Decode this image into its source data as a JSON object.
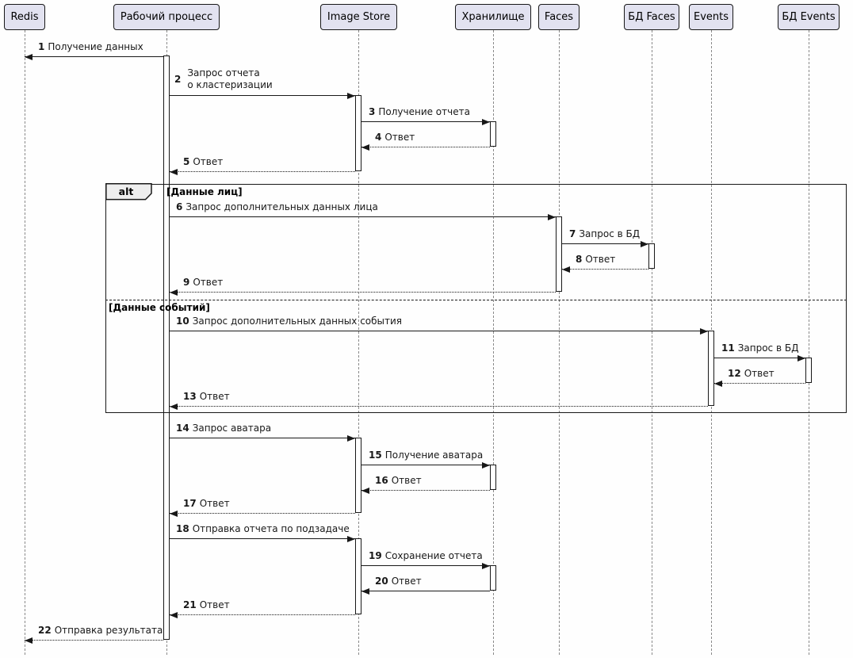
{
  "diagram": {
    "type": "uml-sequence",
    "participants": [
      {
        "label": "Redis"
      },
      {
        "label": "Рабочий процесс"
      },
      {
        "label": "Image Store"
      },
      {
        "label": "Хранилище"
      },
      {
        "label": "Faces"
      },
      {
        "label": "БД Faces"
      },
      {
        "label": "Events"
      },
      {
        "label": "БД Events"
      }
    ],
    "alt": {
      "operator": "alt",
      "guard1": "[Данные лиц]",
      "guard2": "[Данные событий]"
    },
    "messages": [
      {
        "num": "1",
        "text": "Получение данных"
      },
      {
        "num": "2",
        "text": "Запрос отчета",
        "text2": "о кластеризации"
      },
      {
        "num": "3",
        "text": "Получение отчета"
      },
      {
        "num": "4",
        "text": "Ответ"
      },
      {
        "num": "5",
        "text": "Ответ"
      },
      {
        "num": "6",
        "text": "Запрос дополнительных данных лица"
      },
      {
        "num": "7",
        "text": "Запрос в БД"
      },
      {
        "num": "8",
        "text": "Ответ"
      },
      {
        "num": "9",
        "text": "Ответ"
      },
      {
        "num": "10",
        "text": "Запрос дополнительных данных события"
      },
      {
        "num": "11",
        "text": "Запрос в БД"
      },
      {
        "num": "12",
        "text": "Ответ"
      },
      {
        "num": "13",
        "text": "Ответ"
      },
      {
        "num": "14",
        "text": "Запрос аватара"
      },
      {
        "num": "15",
        "text": "Получение аватара"
      },
      {
        "num": "16",
        "text": "Ответ"
      },
      {
        "num": "17",
        "text": "Ответ"
      },
      {
        "num": "18",
        "text": "Отправка отчета по подзадаче"
      },
      {
        "num": "19",
        "text": "Сохранение отчета"
      },
      {
        "num": "20",
        "text": "Ответ"
      },
      {
        "num": "21",
        "text": "Ответ"
      },
      {
        "num": "22",
        "text": "Отправка результата"
      }
    ],
    "colors": {
      "participant_fill": "#E2E2F0",
      "border": "#181818",
      "lifeline": "#8A8A8A",
      "alt_label_fill": "#EEEEEE",
      "background": "#FEFEFE"
    }
  }
}
